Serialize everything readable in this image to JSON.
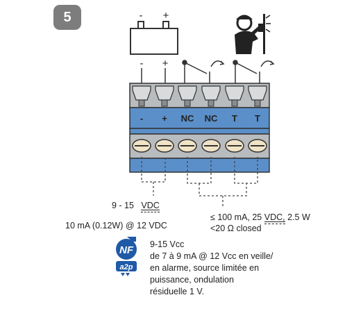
{
  "step": {
    "number": "5"
  },
  "battery": {
    "minus": "-",
    "plus": "+"
  },
  "terminal_top_signs": {
    "minus": "-",
    "plus": "+"
  },
  "terminals": [
    {
      "label": "-"
    },
    {
      "label": "+"
    },
    {
      "label": "NC"
    },
    {
      "label": "NC"
    },
    {
      "label": "T"
    },
    {
      "label": "T"
    }
  ],
  "specs": {
    "voltage_range": "9 - 15",
    "voltage_unit": "VDC",
    "consumption": "10 mA (0.12W) @ 12 VDC",
    "relay_rating_prefix": "≤ 100 mA, 25",
    "relay_rating_unit": "VDC,",
    "relay_rating_suffix": "2.5 W",
    "relay_closed": "<20 Ω closed"
  },
  "nf": {
    "logo_nf": "NF",
    "logo_a2p": "a2p",
    "lines": [
      "9-15 Vcc",
      "de 7 à 9 mA @ 12 Vcc en veille/",
      "en alarme, source limitée en",
      "puissance, ondulation",
      "résiduelle 1 V."
    ]
  },
  "colors": {
    "block_blue": "#5b8fc9",
    "badge_gray": "#7d7d7d",
    "nf_blue": "#1f5aa6"
  }
}
